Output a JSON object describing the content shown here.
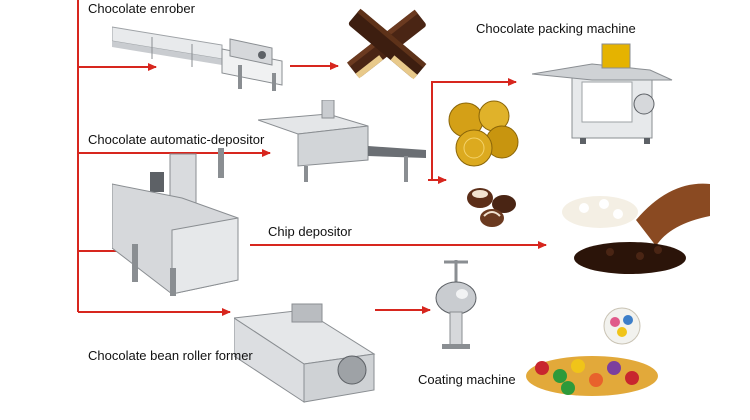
{
  "diagram": {
    "labels": {
      "enrober": "Chocolate enrober",
      "packing": "Chocolate packing machine",
      "depositor": "Chocolate automatic-depositor",
      "chip": "Chip depositor",
      "roller": "Chocolate bean roller former",
      "coating": "Coating machine"
    },
    "colors": {
      "arrow": "#d7261e",
      "steel": "#b9bcc0",
      "chocolate": "#4a2514",
      "gold": "#d4a017"
    }
  }
}
